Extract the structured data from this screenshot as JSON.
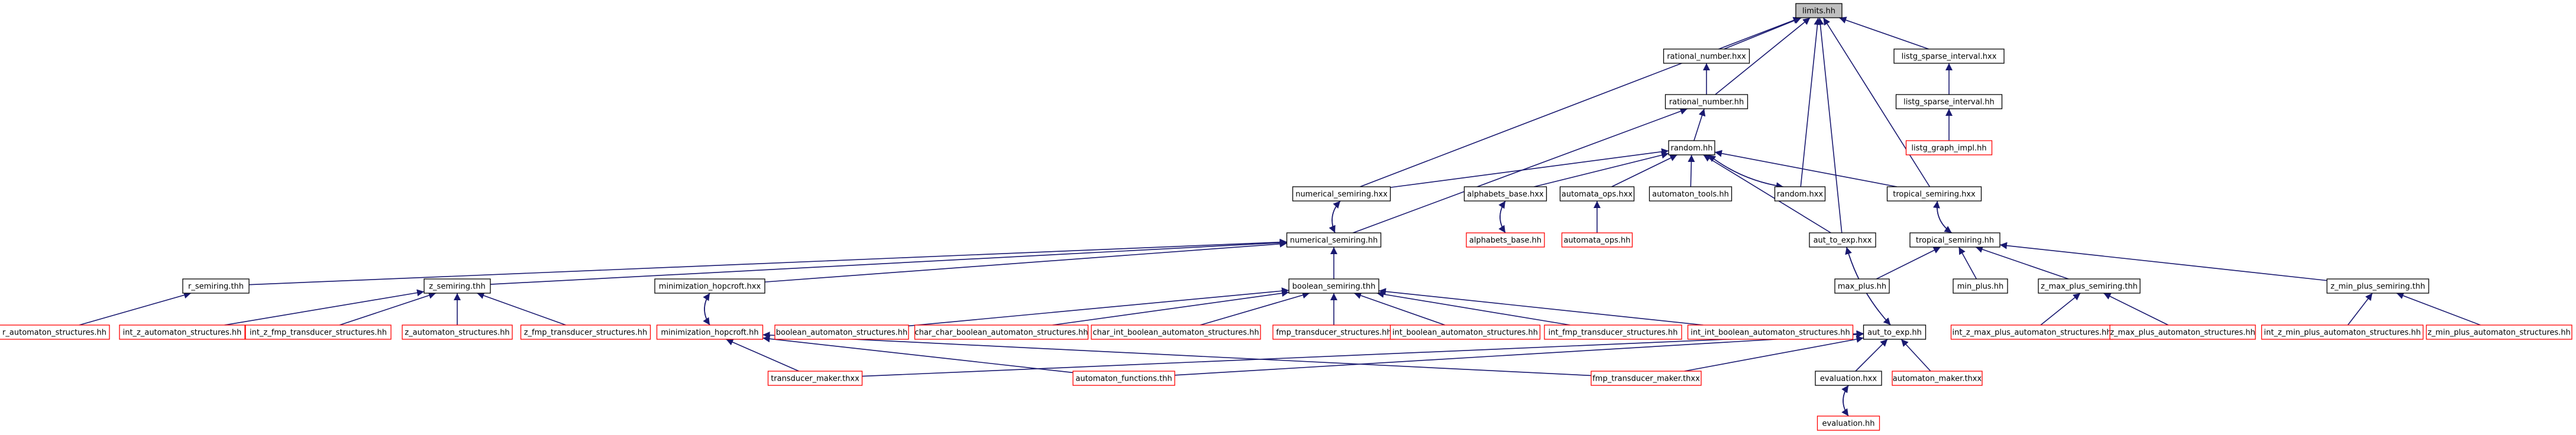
{
  "colors": {
    "edge": "#191970",
    "node_border_black": "#000000",
    "node_border_red": "#ff0000",
    "root_fill": "#bfbfbf",
    "node_fill": "#ffffff"
  },
  "nodes": [
    {
      "id": "limits_hh",
      "label": "limits.hh",
      "style": "root"
    },
    {
      "id": "rational_number_hxx",
      "label": "rational_number.hxx",
      "style": "black"
    },
    {
      "id": "listg_sparse_interval_hxx",
      "label": "listg_sparse_interval.hxx",
      "style": "black"
    },
    {
      "id": "rational_number_hh",
      "label": "rational_number.hh",
      "style": "black"
    },
    {
      "id": "listg_sparse_interval_hh",
      "label": "listg_sparse_interval.hh",
      "style": "black"
    },
    {
      "id": "random_hh",
      "label": "random.hh",
      "style": "black"
    },
    {
      "id": "listg_graph_impl_hh",
      "label": "listg_graph_impl.hh",
      "style": "red"
    },
    {
      "id": "numerical_semiring_hxx",
      "label": "numerical_semiring.hxx",
      "style": "black"
    },
    {
      "id": "alphabets_base_hxx",
      "label": "alphabets_base.hxx",
      "style": "black"
    },
    {
      "id": "automata_ops_hxx",
      "label": "automata_ops.hxx",
      "style": "black"
    },
    {
      "id": "automaton_tools_hh",
      "label": "automaton_tools.hh",
      "style": "black"
    },
    {
      "id": "random_hxx",
      "label": "random.hxx",
      "style": "black"
    },
    {
      "id": "tropical_semiring_hxx",
      "label": "tropical_semiring.hxx",
      "style": "black"
    },
    {
      "id": "alphabets_base_hh",
      "label": "alphabets_base.hh",
      "style": "red"
    },
    {
      "id": "automata_ops_hh",
      "label": "automata_ops.hh",
      "style": "red"
    },
    {
      "id": "numerical_semiring_hh",
      "label": "numerical_semiring.hh",
      "style": "black"
    },
    {
      "id": "aut_to_exp_hxx",
      "label": "aut_to_exp.hxx",
      "style": "black"
    },
    {
      "id": "tropical_semiring_hh",
      "label": "tropical_semiring.hh",
      "style": "black"
    },
    {
      "id": "r_semiring_thh",
      "label": "r_semiring.thh",
      "style": "black"
    },
    {
      "id": "z_semiring_thh",
      "label": "z_semiring.thh",
      "style": "black"
    },
    {
      "id": "minimization_hopcroft_hxx",
      "label": "minimization_hopcroft.hxx",
      "style": "black"
    },
    {
      "id": "boolean_semiring_thh",
      "label": "boolean_semiring.thh",
      "style": "black"
    },
    {
      "id": "max_plus_hh",
      "label": "max_plus.hh",
      "style": "black"
    },
    {
      "id": "min_plus_hh",
      "label": "min_plus.hh",
      "style": "black"
    },
    {
      "id": "z_max_plus_semiring_thh",
      "label": "z_max_plus_semiring.thh",
      "style": "black"
    },
    {
      "id": "z_min_plus_semiring_thh",
      "label": "z_min_plus_semiring.thh",
      "style": "black"
    },
    {
      "id": "r_automaton_structures_hh",
      "label": "r_automaton_structures.hh",
      "style": "red"
    },
    {
      "id": "int_z_automaton_structures_hh",
      "label": "int_z_automaton_structures.hh",
      "style": "red"
    },
    {
      "id": "int_z_fmp_transducer_structures_hh",
      "label": "int_z_fmp_transducer_structures.hh",
      "style": "red"
    },
    {
      "id": "z_automaton_structures_hh",
      "label": "z_automaton_structures.hh",
      "style": "red"
    },
    {
      "id": "z_fmp_transducer_structures_hh",
      "label": "z_fmp_transducer_structures.hh",
      "style": "red"
    },
    {
      "id": "minimization_hopcroft_hh",
      "label": "minimization_hopcroft.hh",
      "style": "red"
    },
    {
      "id": "boolean_automaton_structures_hh",
      "label": "boolean_automaton_structures.hh",
      "style": "red"
    },
    {
      "id": "char_char_boolean_automaton_structures_hh",
      "label": "char_char_boolean_automaton_structures.hh",
      "style": "red"
    },
    {
      "id": "char_int_boolean_automaton_structures_hh",
      "label": "char_int_boolean_automaton_structures.hh",
      "style": "red"
    },
    {
      "id": "fmp_transducer_structures_hh",
      "label": "fmp_transducer_structures.hh",
      "style": "red"
    },
    {
      "id": "int_boolean_automaton_structures_hh",
      "label": "int_boolean_automaton_structures.hh",
      "style": "red"
    },
    {
      "id": "int_fmp_transducer_structures_hh",
      "label": "int_fmp_transducer_structures.hh",
      "style": "red"
    },
    {
      "id": "int_int_boolean_automaton_structures_hh",
      "label": "int_int_boolean_automaton_structures.hh",
      "style": "red"
    },
    {
      "id": "aut_to_exp_hh",
      "label": "aut_to_exp.hh",
      "style": "black"
    },
    {
      "id": "int_z_max_plus_automaton_structures_hh",
      "label": "int_z_max_plus_automaton_structures.hh",
      "style": "red"
    },
    {
      "id": "z_max_plus_automaton_structures_hh",
      "label": "z_max_plus_automaton_structures.hh",
      "style": "red"
    },
    {
      "id": "int_z_min_plus_automaton_structures_hh",
      "label": "int_z_min_plus_automaton_structures.hh",
      "style": "red"
    },
    {
      "id": "z_min_plus_automaton_structures_hh",
      "label": "z_min_plus_automaton_structures.hh",
      "style": "red"
    },
    {
      "id": "transducer_maker_thxx",
      "label": "transducer_maker.thxx",
      "style": "red"
    },
    {
      "id": "automaton_functions_thh",
      "label": "automaton_functions.thh",
      "style": "red"
    },
    {
      "id": "fmp_transducer_maker_thxx",
      "label": "fmp_transducer_maker.thxx",
      "style": "red"
    },
    {
      "id": "evaluation_hxx",
      "label": "evaluation.hxx",
      "style": "black"
    },
    {
      "id": "automaton_maker_thxx",
      "label": "automaton_maker.thxx",
      "style": "red"
    },
    {
      "id": "evaluation_hh",
      "label": "evaluation.hh",
      "style": "red"
    }
  ],
  "edges": [
    [
      "rational_number_hxx",
      "limits_hh"
    ],
    [
      "listg_sparse_interval_hxx",
      "limits_hh"
    ],
    [
      "rational_number_hh",
      "limits_hh"
    ],
    [
      "random_hxx",
      "limits_hh"
    ],
    [
      "tropical_semiring_hxx",
      "limits_hh"
    ],
    [
      "numerical_semiring_hxx",
      "limits_hh"
    ],
    [
      "aut_to_exp_hxx",
      "limits_hh"
    ],
    [
      "rational_number_hh",
      "rational_number_hxx"
    ],
    [
      "listg_sparse_interval_hh",
      "listg_sparse_interval_hxx"
    ],
    [
      "listg_graph_impl_hh",
      "listg_sparse_interval_hh"
    ],
    [
      "random_hh",
      "rational_number_hh"
    ],
    [
      "numerical_semiring_hh",
      "rational_number_hh"
    ],
    [
      "numerical_semiring_hxx",
      "random_hh"
    ],
    [
      "alphabets_base_hxx",
      "random_hh"
    ],
    [
      "automata_ops_hxx",
      "random_hh"
    ],
    [
      "automaton_tools_hh",
      "random_hh"
    ],
    [
      "random_hxx",
      "random_hh"
    ],
    [
      "random_hh",
      "random_hxx"
    ],
    [
      "tropical_semiring_hxx",
      "random_hh"
    ],
    [
      "aut_to_exp_hxx",
      "random_hh"
    ],
    [
      "alphabets_base_hh",
      "alphabets_base_hxx"
    ],
    [
      "alphabets_base_hxx",
      "alphabets_base_hh"
    ],
    [
      "automata_ops_hh",
      "automata_ops_hxx"
    ],
    [
      "numerical_semiring_hh",
      "numerical_semiring_hxx"
    ],
    [
      "numerical_semiring_hxx",
      "numerical_semiring_hh"
    ],
    [
      "tropical_semiring_hh",
      "tropical_semiring_hxx"
    ],
    [
      "tropical_semiring_hxx",
      "tropical_semiring_hh"
    ],
    [
      "aut_to_exp_hh",
      "aut_to_exp_hxx"
    ],
    [
      "aut_to_exp_hxx",
      "aut_to_exp_hh"
    ],
    [
      "r_semiring_thh",
      "numerical_semiring_hh"
    ],
    [
      "z_semiring_thh",
      "numerical_semiring_hh"
    ],
    [
      "boolean_semiring_thh",
      "numerical_semiring_hh"
    ],
    [
      "minimization_hopcroft_hxx",
      "numerical_semiring_hh"
    ],
    [
      "max_plus_hh",
      "tropical_semiring_hh"
    ],
    [
      "min_plus_hh",
      "tropical_semiring_hh"
    ],
    [
      "z_max_plus_semiring_thh",
      "tropical_semiring_hh"
    ],
    [
      "z_min_plus_semiring_thh",
      "tropical_semiring_hh"
    ],
    [
      "r_automaton_structures_hh",
      "r_semiring_thh"
    ],
    [
      "int_z_automaton_structures_hh",
      "z_semiring_thh"
    ],
    [
      "int_z_fmp_transducer_structures_hh",
      "z_semiring_thh"
    ],
    [
      "z_automaton_structures_hh",
      "z_semiring_thh"
    ],
    [
      "z_fmp_transducer_structures_hh",
      "z_semiring_thh"
    ],
    [
      "minimization_hopcroft_hh",
      "minimization_hopcroft_hxx"
    ],
    [
      "minimization_hopcroft_hxx",
      "minimization_hopcroft_hh"
    ],
    [
      "boolean_automaton_structures_hh",
      "boolean_semiring_thh"
    ],
    [
      "char_char_boolean_automaton_structures_hh",
      "boolean_semiring_thh"
    ],
    [
      "char_int_boolean_automaton_structures_hh",
      "boolean_semiring_thh"
    ],
    [
      "fmp_transducer_structures_hh",
      "boolean_semiring_thh"
    ],
    [
      "int_boolean_automaton_structures_hh",
      "boolean_semiring_thh"
    ],
    [
      "int_fmp_transducer_structures_hh",
      "boolean_semiring_thh"
    ],
    [
      "int_int_boolean_automaton_structures_hh",
      "boolean_semiring_thh"
    ],
    [
      "int_z_max_plus_automaton_structures_hh",
      "z_max_plus_semiring_thh"
    ],
    [
      "z_max_plus_automaton_structures_hh",
      "z_max_plus_semiring_thh"
    ],
    [
      "int_z_min_plus_automaton_structures_hh",
      "z_min_plus_semiring_thh"
    ],
    [
      "z_min_plus_automaton_structures_hh",
      "z_min_plus_semiring_thh"
    ],
    [
      "transducer_maker_thxx",
      "aut_to_exp_hh"
    ],
    [
      "automaton_functions_thh",
      "aut_to_exp_hh"
    ],
    [
      "fmp_transducer_maker_thxx",
      "aut_to_exp_hh"
    ],
    [
      "evaluation_hxx",
      "aut_to_exp_hh"
    ],
    [
      "automaton_maker_thxx",
      "aut_to_exp_hh"
    ],
    [
      "transducer_maker_thxx",
      "minimization_hopcroft_hh"
    ],
    [
      "automaton_functions_thh",
      "minimization_hopcroft_hh"
    ],
    [
      "fmp_transducer_maker_thxx",
      "minimization_hopcroft_hh"
    ],
    [
      "evaluation_hh",
      "evaluation_hxx"
    ],
    [
      "evaluation_hxx",
      "evaluation_hh"
    ]
  ]
}
